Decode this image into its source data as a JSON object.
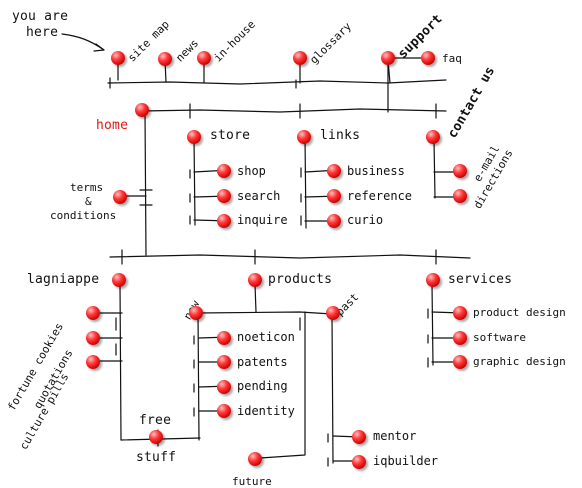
{
  "pointer": {
    "line1": "you are",
    "line2": "here"
  },
  "top_links": {
    "site_map": "site map",
    "news": "news",
    "in_house": "in-house",
    "glossary": "glossary",
    "support": "support",
    "faq": "faq",
    "contact_us": "contact us"
  },
  "home": "home",
  "terms": {
    "line1": "terms",
    "line2": "&",
    "line3": "conditions"
  },
  "store": {
    "title": "store",
    "items": [
      "shop",
      "search",
      "inquire"
    ]
  },
  "links": {
    "title": "links",
    "items": [
      "business",
      "reference",
      "curio"
    ]
  },
  "contact": {
    "items": [
      "e-mail",
      "directions"
    ]
  },
  "lagniappe": {
    "title": "lagniappe",
    "items": [
      "fortune cookies",
      "quotations",
      "culture pills"
    ]
  },
  "free_stuff": {
    "line1": "free",
    "line2": "stuff"
  },
  "products": {
    "title": "products",
    "new_label": "new",
    "past_label": "past",
    "future_label": "future",
    "new_items": [
      "noeticon",
      "patents",
      "pending",
      "identity"
    ],
    "past_items": [
      "mentor",
      "iqbuilder"
    ]
  },
  "services": {
    "title": "services",
    "items": [
      "product design",
      "software",
      "graphic design"
    ]
  },
  "colors": {
    "node": "#e01818",
    "home_text": "#e01818",
    "wire": "#111111"
  }
}
